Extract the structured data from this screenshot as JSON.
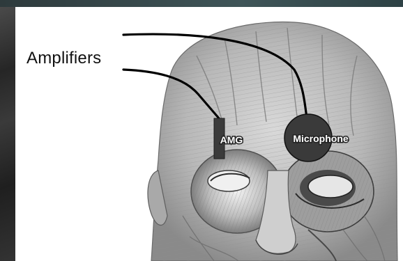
{
  "diagram": {
    "amplifiers_label": "Amplifiers",
    "sensors": [
      {
        "label": "AMG",
        "shape": "vertical-bar"
      },
      {
        "label": "Microphone",
        "shape": "disc"
      }
    ],
    "colors": {
      "background": "#ffffff",
      "line": "#000000",
      "sensor_fill": "#3a3a3a",
      "frame_dark": "#2b2b2b",
      "frame_teal": "#3f5558"
    }
  }
}
